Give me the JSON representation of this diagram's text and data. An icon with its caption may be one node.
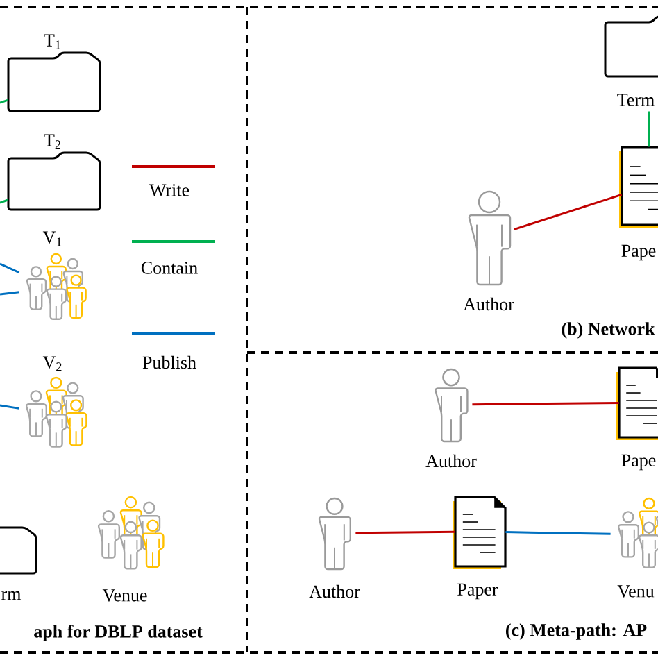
{
  "diagram": {
    "nodes": [
      {
        "text": [
          "T$_{1}$"
        ]
      },
      {
        "text": [
          "T$_{2}$"
        ]
      },
      {
        "text": [
          "V$_{1}$"
        ]
      },
      {
        "text": [
          "V$_{2}$"
        ]
      },
      {
        "text": [
          "rm"
        ]
      },
      {
        "text": [
          "Venue"
        ]
      },
      {
        "text": [
          "Term"
        ]
      },
      {
        "text": [
          "Pape"
        ]
      },
      {
        "text": [
          "Author"
        ]
      },
      {
        "text": [
          "Author"
        ]
      },
      {
        "text": [
          "Pape"
        ]
      },
      {
        "text": [
          "Author"
        ]
      },
      {
        "text": [
          "Paper"
        ]
      },
      {
        "text": [
          "Venu"
        ]
      }
    ],
    "edges": [
      {
        "from": null,
        "to": 0,
        "arrow": "none",
        "color": "#00b050"
      },
      {
        "from": null,
        "to": 1,
        "arrow": "none",
        "color": "#00b050"
      },
      {
        "from": null,
        "to": 2,
        "arrow": "none",
        "color": "#0070c0"
      },
      {
        "from": null,
        "to": 2,
        "arrow": "none",
        "color": "#0070c0"
      },
      {
        "from": null,
        "to": 3,
        "arrow": "none",
        "color": "#0070c0"
      },
      {
        "from": 7,
        "to": 6,
        "arrow": "none",
        "color": "#00b050"
      },
      {
        "from": 8,
        "to": 7,
        "arrow": "none",
        "color": "#c00000"
      },
      {
        "from": 9,
        "to": 10,
        "arrow": "none",
        "color": "#c00000"
      },
      {
        "from": 11,
        "to": 12,
        "arrow": "none",
        "color": "#c00000"
      },
      {
        "from": 12,
        "to": 13,
        "arrow": "none",
        "color": "#0070c0"
      }
    ],
    "labels": [
      "aph for DBLP dataset",
      "(b) Network",
      "(c) Meta-path: AP"
    ],
    "legend": [
      {
        "text": "Write",
        "color": "#c00000"
      },
      {
        "text": "Contain",
        "color": "#00b050"
      },
      {
        "text": "Publish",
        "color": "#0070c0"
      }
    ]
  }
}
